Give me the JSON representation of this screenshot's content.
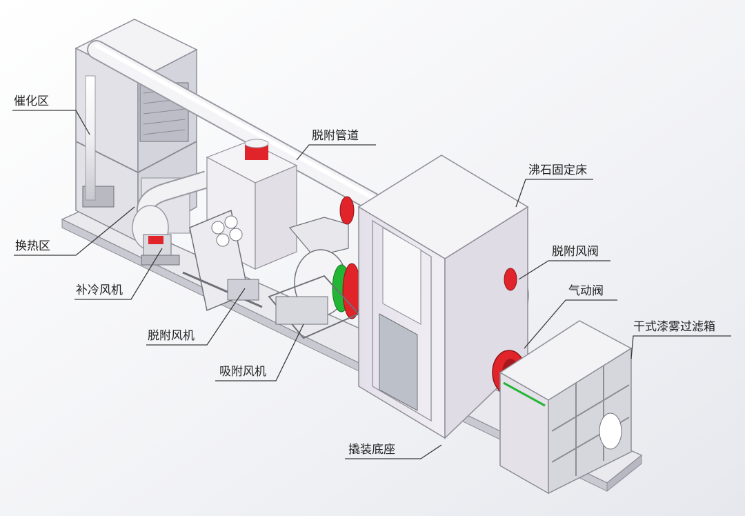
{
  "labels": {
    "catalysis_zone": "催化区",
    "desorption_pipe": "脱附管道",
    "zeolite_fixed_bed": "沸石固定床",
    "heat_exchange_zone": "换热区",
    "desorption_damper": "脱附风阀",
    "cooling_fan": "补冷风机",
    "pneumatic_valve": "气动阀",
    "dry_paint_mist_filter": "干式漆雾过滤箱",
    "desorption_fan": "脱附风机",
    "adsorption_fan": "吸附风机",
    "skid_base": "撬装底座"
  },
  "colors": {
    "background": "#ffffff",
    "frame": "#d7d7dc",
    "panel": "#eceaf0",
    "panel_shade": "#dcd8e2",
    "pipe": "#f2f2f4",
    "pipe_outline": "#9a9aa2",
    "flange_red": "#e0242a",
    "flange_green": "#23b534",
    "line": "#3a3a3a",
    "text": "#222222"
  }
}
